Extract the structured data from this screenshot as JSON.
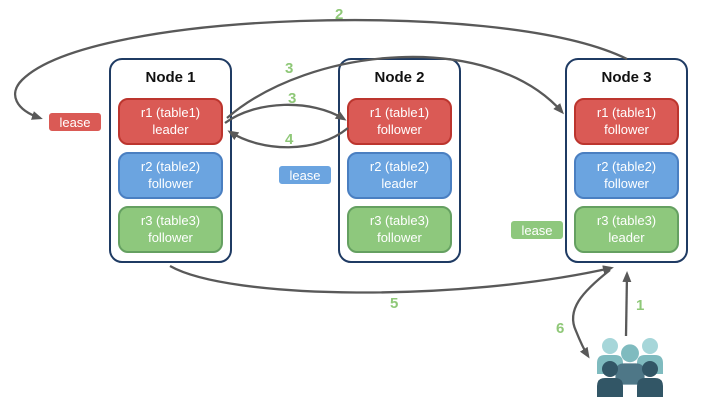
{
  "diagram": {
    "title_hint": "replica leader / lease placement across three nodes",
    "nodes": [
      {
        "title": "Node 1",
        "replicas": [
          {
            "line1": "r1 (table1)",
            "line2": "leader",
            "color": "red"
          },
          {
            "line1": "r2 (table2)",
            "line2": "follower",
            "color": "blue"
          },
          {
            "line1": "r3 (table3)",
            "line2": "follower",
            "color": "green"
          }
        ]
      },
      {
        "title": "Node 2",
        "replicas": [
          {
            "line1": "r1 (table1)",
            "line2": "follower",
            "color": "red"
          },
          {
            "line1": "r2 (table2)",
            "line2": "leader",
            "color": "blue"
          },
          {
            "line1": "r3 (table3)",
            "line2": "follower",
            "color": "green"
          }
        ]
      },
      {
        "title": "Node 3",
        "replicas": [
          {
            "line1": "r1 (table1)",
            "line2": "follower",
            "color": "red"
          },
          {
            "line1": "r2 (table2)",
            "line2": "follower",
            "color": "blue"
          },
          {
            "line1": "r3 (table3)",
            "line2": "leader",
            "color": "green"
          }
        ]
      }
    ],
    "leases": [
      {
        "label": "lease",
        "color": "red"
      },
      {
        "label": "lease",
        "color": "blue"
      },
      {
        "label": "lease",
        "color": "green"
      }
    ],
    "steps": [
      {
        "label": "1"
      },
      {
        "label": "2"
      },
      {
        "label": "3"
      },
      {
        "label": "3"
      },
      {
        "label": "4"
      },
      {
        "label": "5"
      },
      {
        "label": "6"
      }
    ],
    "palette": {
      "replica_red": "#da5a55",
      "replica_red_border": "#bc352e",
      "replica_blue": "#6ba4e0",
      "replica_blue_border": "#4a7fc1",
      "replica_green": "#8ec87d",
      "replica_green_border": "#65a061",
      "node_border": "#1f3b63",
      "arrow": "#595959",
      "step_number": "#8fc878",
      "users_light": "#a6d6d9",
      "users_teal": "#7fbbbf",
      "users_dark": "#325666"
    }
  }
}
